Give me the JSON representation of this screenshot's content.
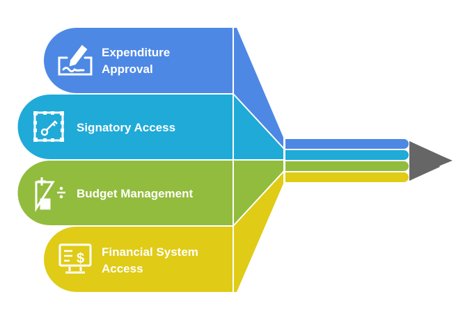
{
  "items": [
    {
      "line1": "Expenditure",
      "line2": "Approval",
      "icon": "signature-icon",
      "color": "#4E88E5"
    },
    {
      "line1": "Signatory Access",
      "icon": "key-frame-icon",
      "color": "#1FAAD8"
    },
    {
      "line1": "Budget Management",
      "icon": "calculator-icon",
      "color": "#92BC3D"
    },
    {
      "line1": "Financial System",
      "line2": "Access",
      "icon": "monitor-dollar-icon",
      "color": "#E0CB16"
    }
  ],
  "pencil_tip_color": "#666666"
}
